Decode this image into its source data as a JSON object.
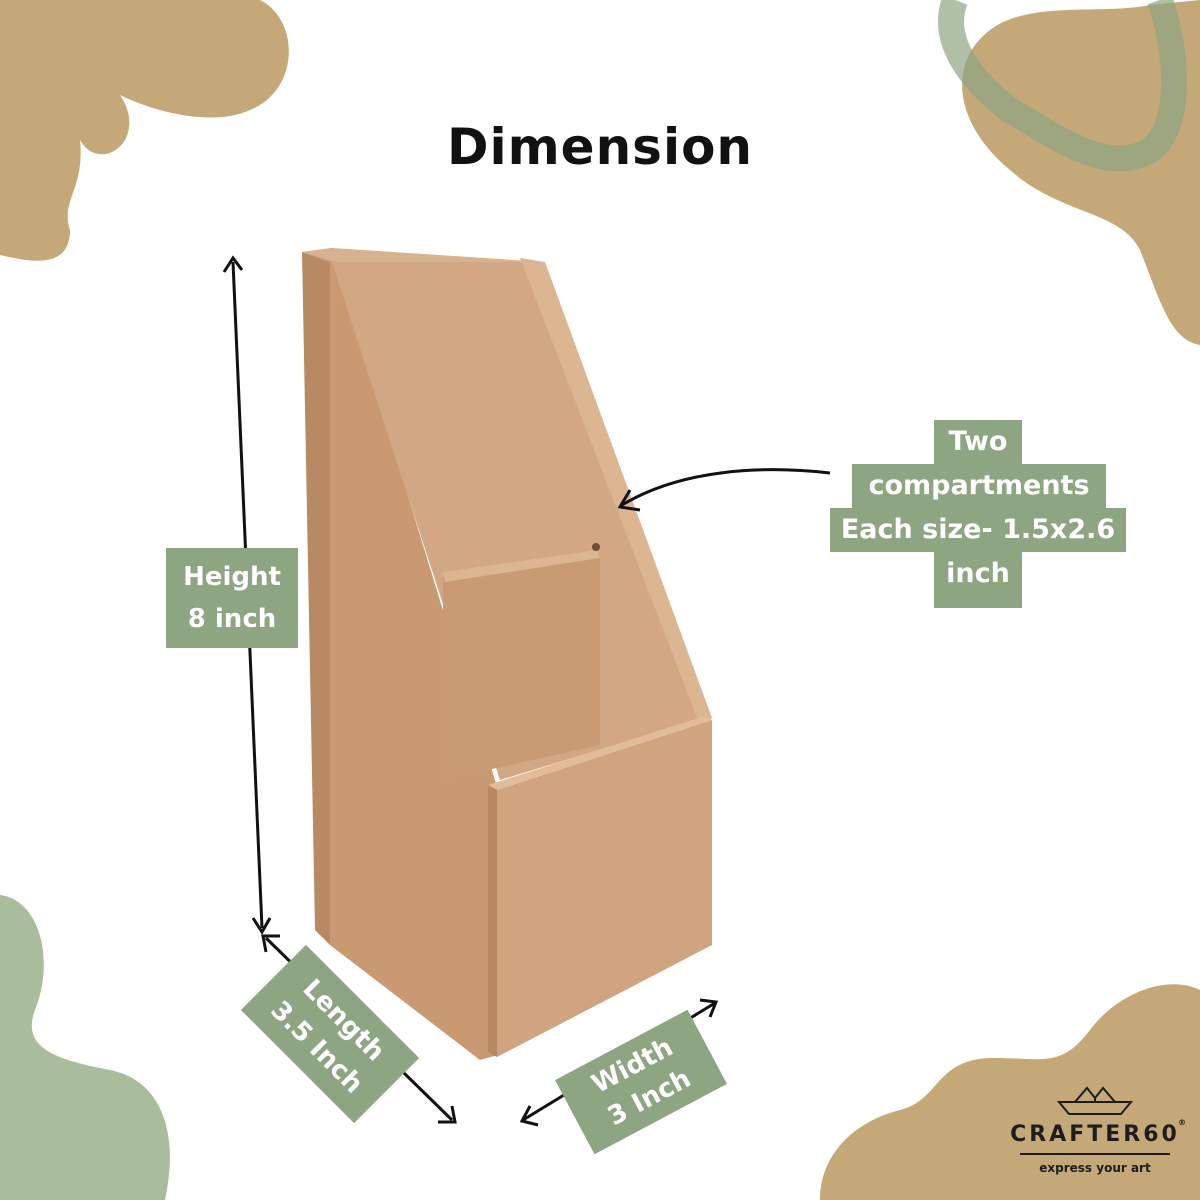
{
  "title": "Dimension",
  "labels": {
    "height": [
      "Height",
      "8 inch"
    ],
    "length": [
      "Length",
      "3.5 Inch"
    ],
    "width": [
      "Width",
      "3 Inch"
    ],
    "compartments": [
      "Two",
      "compartments",
      "Each size- 1.5x2.6",
      "inch"
    ]
  },
  "brand": {
    "name": "CRAFTER60",
    "registered": "®",
    "tagline": "express your art"
  },
  "colors": {
    "label_bg": "#8ea581",
    "blob_tan": "#c4a878",
    "blob_green": "#a9bc9c",
    "wood": "#cfa47e"
  }
}
